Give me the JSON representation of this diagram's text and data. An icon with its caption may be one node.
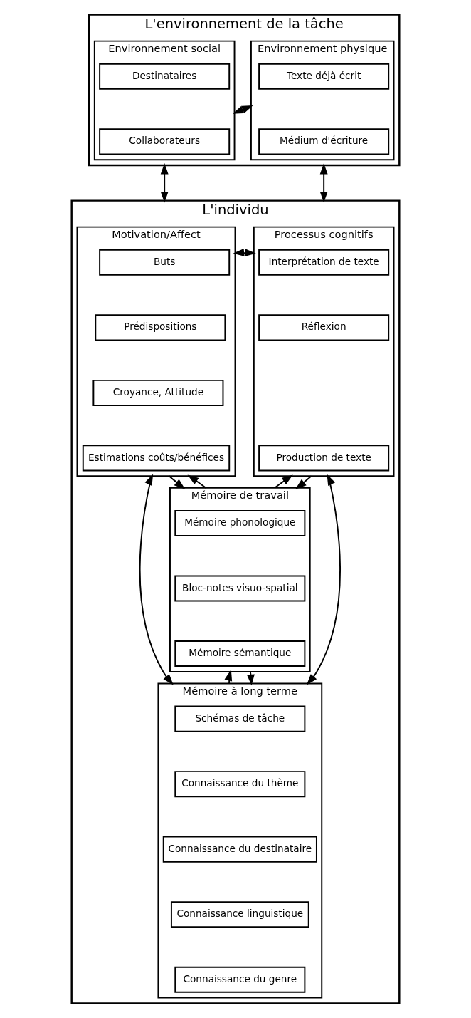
{
  "diagram": {
    "nodes": [
      {
        "text": [
          "L'environnement de la tâche"
        ]
      },
      {
        "text": [
          "Environnement social"
        ],
        "in": 0
      },
      {
        "text": [
          "Destinataires"
        ],
        "in": 1
      },
      {
        "text": [
          "Collaborateurs"
        ],
        "in": 1
      },
      {
        "text": [
          "Environnement physique"
        ],
        "in": 0
      },
      {
        "text": [
          "Texte déjà écrit"
        ],
        "in": 4
      },
      {
        "text": [
          "Médium d'écriture"
        ],
        "in": 4
      },
      {
        "text": [
          "L'individu"
        ]
      },
      {
        "text": [
          "Motivation/Affect"
        ],
        "in": 7
      },
      {
        "text": [
          "Buts"
        ],
        "in": 8
      },
      {
        "text": [
          "Prédispositions"
        ],
        "in": 8
      },
      {
        "text": [
          "Croyance, Attitude"
        ],
        "in": 8
      },
      {
        "text": [
          "Estimations coûts/bénéfices"
        ],
        "in": 8
      },
      {
        "text": [
          "Processus cognitifs"
        ],
        "in": 7
      },
      {
        "text": [
          "Interprétation de texte"
        ],
        "in": 13
      },
      {
        "text": [
          "Réflexion"
        ],
        "in": 13
      },
      {
        "text": [
          "Production de texte"
        ],
        "in": 13
      },
      {
        "text": [
          "Mémoire de travail"
        ],
        "in": 7
      },
      {
        "text": [
          "Mémoire phonologique"
        ],
        "in": 17
      },
      {
        "text": [
          "Bloc-notes visuo-spatial"
        ],
        "in": 17
      },
      {
        "text": [
          "Mémoire sémantique"
        ],
        "in": 17
      },
      {
        "text": [
          "Mémoire à long terme"
        ],
        "in": 7
      },
      {
        "text": [
          "Schémas de tâche"
        ],
        "in": 21
      },
      {
        "text": [
          "Connaissance du thème"
        ],
        "in": 21
      },
      {
        "text": [
          "Connaissance du destinataire"
        ],
        "in": 21
      },
      {
        "text": [
          "Connaissance linguistique"
        ],
        "in": 21
      },
      {
        "text": [
          "Connaissance du genre"
        ],
        "in": 21
      }
    ],
    "edges": [
      {
        "from": 1,
        "to": 4,
        "arrow": "both"
      },
      {
        "from": 0,
        "to": 7,
        "arrow": "both"
      },
      {
        "from": 0,
        "to": 7,
        "arrow": "both"
      },
      {
        "from": 8,
        "to": 13,
        "arrow": "both"
      },
      {
        "from": 8,
        "to": 17,
        "arrow": "to"
      },
      {
        "from": 17,
        "to": 8,
        "arrow": "to"
      },
      {
        "from": 17,
        "to": 13,
        "arrow": "to"
      },
      {
        "from": 13,
        "to": 17,
        "arrow": "to"
      },
      {
        "from": 8,
        "to": 21,
        "arrow": "both"
      },
      {
        "from": 13,
        "to": 21,
        "arrow": "both"
      },
      {
        "from": 21,
        "to": 17,
        "arrow": "to"
      },
      {
        "from": 17,
        "to": 21,
        "arrow": "to"
      }
    ]
  }
}
